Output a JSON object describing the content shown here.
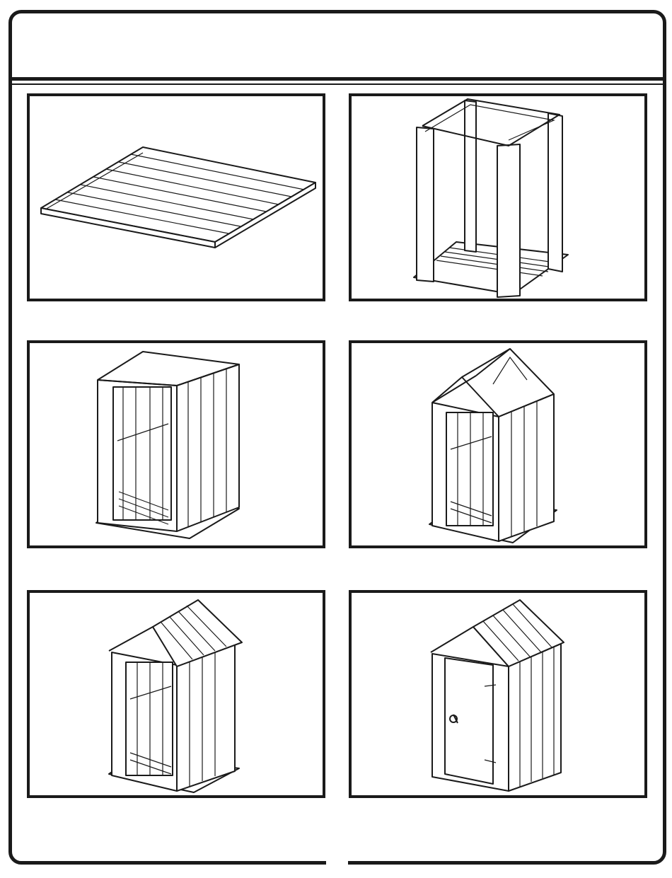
{
  "document": {
    "kind": "assembly-steps-sheet",
    "steps": [
      {
        "id": 1,
        "illustration": "floor-base-frame"
      },
      {
        "id": 2,
        "illustration": "corner-posts-on-floor"
      },
      {
        "id": 3,
        "illustration": "wall-panels-with-door-opening"
      },
      {
        "id": 4,
        "illustration": "gable-roof-trusses"
      },
      {
        "id": 5,
        "illustration": "roof-panels-on-one-side"
      },
      {
        "id": 6,
        "illustration": "completed-shed-with-door"
      }
    ],
    "colors": {
      "line": "#1a1a1a",
      "background": "#ffffff"
    }
  }
}
